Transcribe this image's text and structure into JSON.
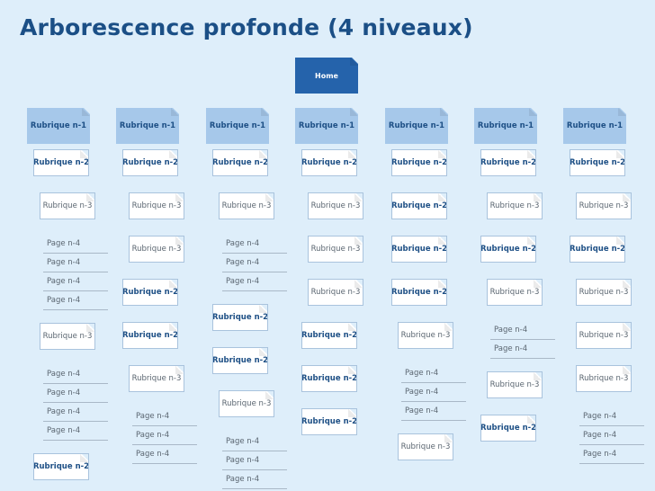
{
  "title": "Arborescence profonde (4 niveaux)",
  "labels": {
    "home": "Home",
    "n1": "Rubrique n-1",
    "n2": "Rubrique n-2",
    "n3": "Rubrique n-3",
    "page": "Page n-4"
  },
  "colors": {
    "background": "#deeefa",
    "title": "#1b4f86",
    "home": "#2563ab",
    "n1": "#a6c8ea",
    "n2_border": "#a9c3dd",
    "text_dark": "#1d4f85",
    "text_gray": "#5a6570"
  },
  "columns": [
    {
      "items": [
        "n1",
        "n2",
        "n3",
        "page",
        "page",
        "page",
        "page",
        "n3",
        "page",
        "page",
        "page",
        "page",
        "n2"
      ]
    },
    {
      "items": [
        "n1",
        "n2",
        "n3",
        "n3",
        "n2",
        "n2",
        "n3",
        "page",
        "page",
        "page"
      ]
    },
    {
      "items": [
        "n1",
        "n2",
        "n3",
        "page",
        "page",
        "page",
        "n2",
        "n2",
        "n3",
        "page",
        "page",
        "page"
      ]
    },
    {
      "items": [
        "n1",
        "n2",
        "n3",
        "n3",
        "n3",
        "n2",
        "n2",
        "n2"
      ]
    },
    {
      "items": [
        "n1",
        "n2",
        "n2",
        "n2",
        "n2",
        "n3",
        "page",
        "page",
        "page",
        "n3"
      ]
    },
    {
      "items": [
        "n1",
        "n2",
        "n3",
        "n2",
        "n3",
        "page",
        "page",
        "n3",
        "n2"
      ]
    },
    {
      "items": [
        "n1",
        "n2",
        "n3",
        "n2",
        "n3",
        "n3",
        "n3",
        "page",
        "page",
        "page"
      ]
    }
  ]
}
